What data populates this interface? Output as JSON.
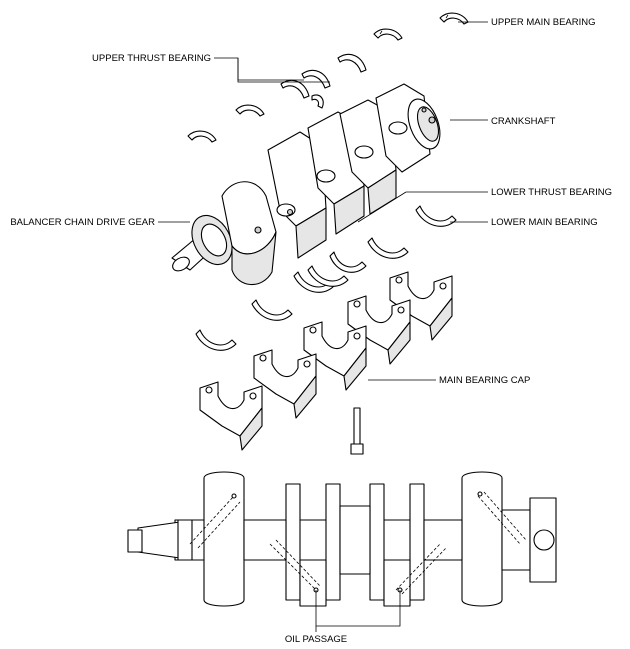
{
  "labels": {
    "upper_main_bearing": "UPPER MAIN BEARING",
    "upper_thrust_bearing": "UPPER THRUST BEARING",
    "crankshaft": "CRANKSHAFT",
    "lower_thrust_bearing": "LOWER THRUST BEARING",
    "balancer_chain_drive_gear": "BALANCER CHAIN DRIVE GEAR",
    "lower_main_bearing": "LOWER MAIN BEARING",
    "main_bearing_cap": "MAIN BEARING CAP",
    "oil_passage": "OIL PASSAGE"
  }
}
